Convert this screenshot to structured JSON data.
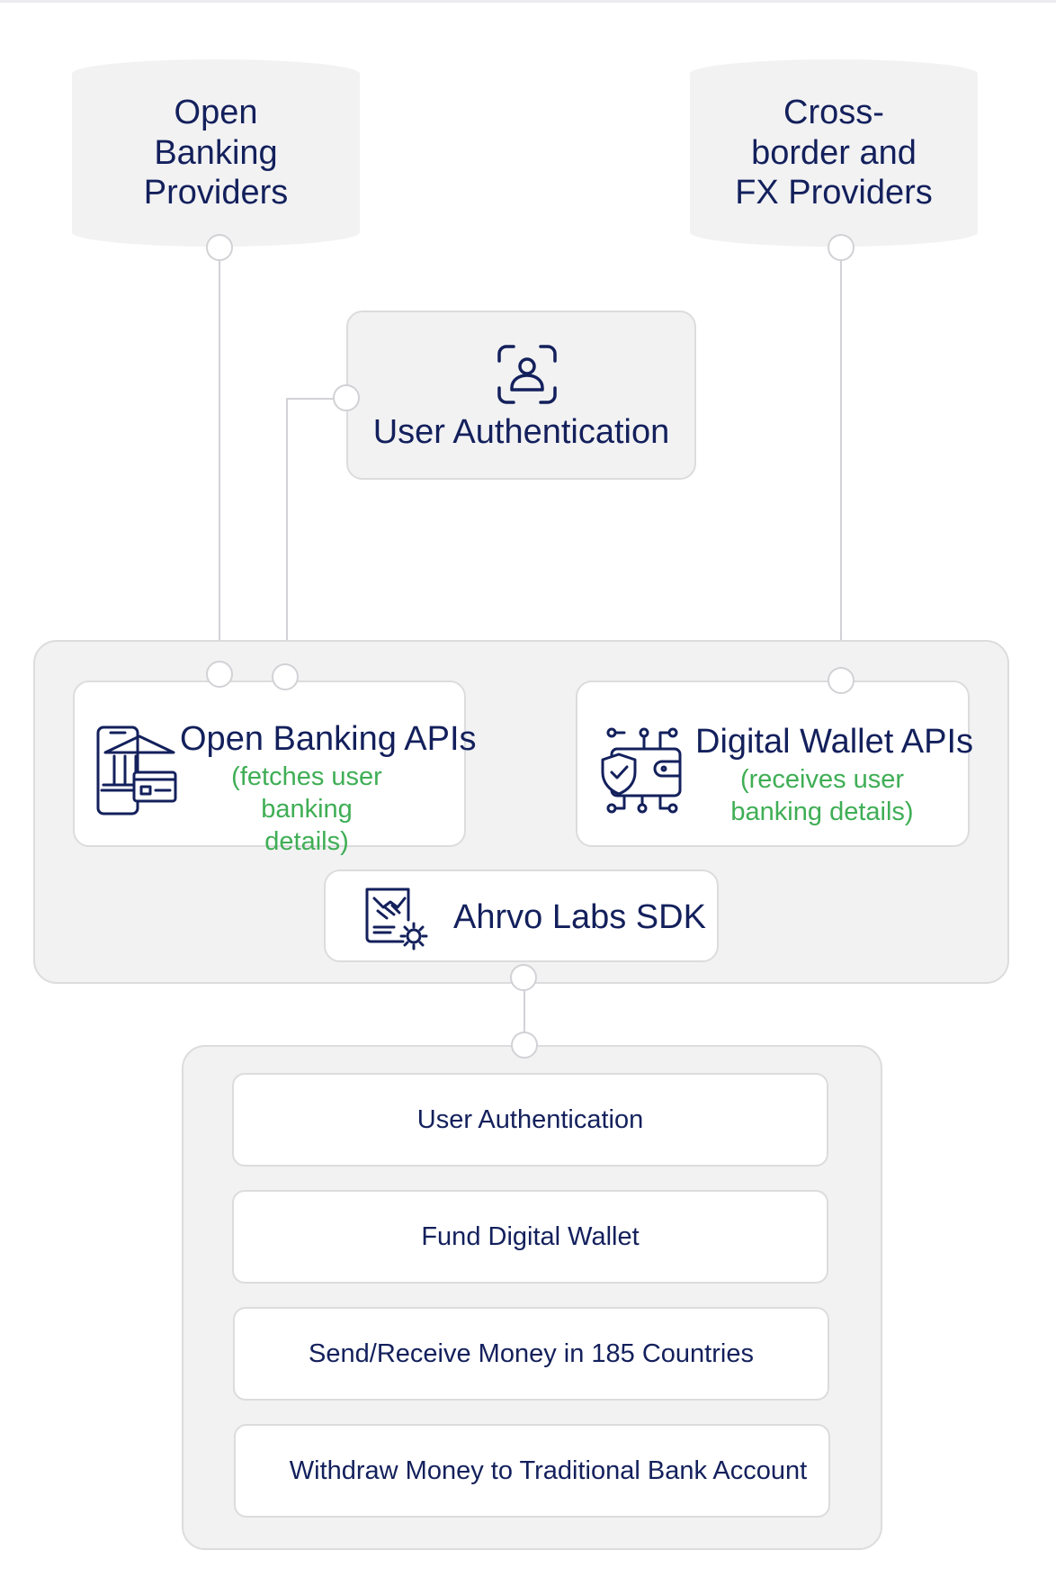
{
  "providers": {
    "open_banking": "Open Banking Providers",
    "cross_border": "Cross-border and FX Providers"
  },
  "auth_box": {
    "label": "User Authentication",
    "icon": "user-face-scan-icon"
  },
  "sdk_panel": {
    "open_banking_apis": {
      "title": "Open Banking APIs",
      "subtitle": "(fetches user banking details)",
      "icon": "bank-phone-card-icon"
    },
    "digital_wallet_apis": {
      "title": "Digital Wallet APIs",
      "subtitle": "(receives user banking details)",
      "icon": "secure-wallet-icon"
    },
    "sdk": {
      "label": "Ahrvo Labs SDK",
      "icon": "handshake-document-gear-icon"
    }
  },
  "features": [
    "User Authentication",
    "Fund Digital Wallet",
    "Send/Receive Money in 185 Countries",
    "Withdraw Money to Traditional Bank Account"
  ],
  "colors": {
    "navy_text": "#13205c",
    "green_text": "#3fae55",
    "panel_gray": "#f2f2f3",
    "border_gray": "#dcdcde"
  }
}
